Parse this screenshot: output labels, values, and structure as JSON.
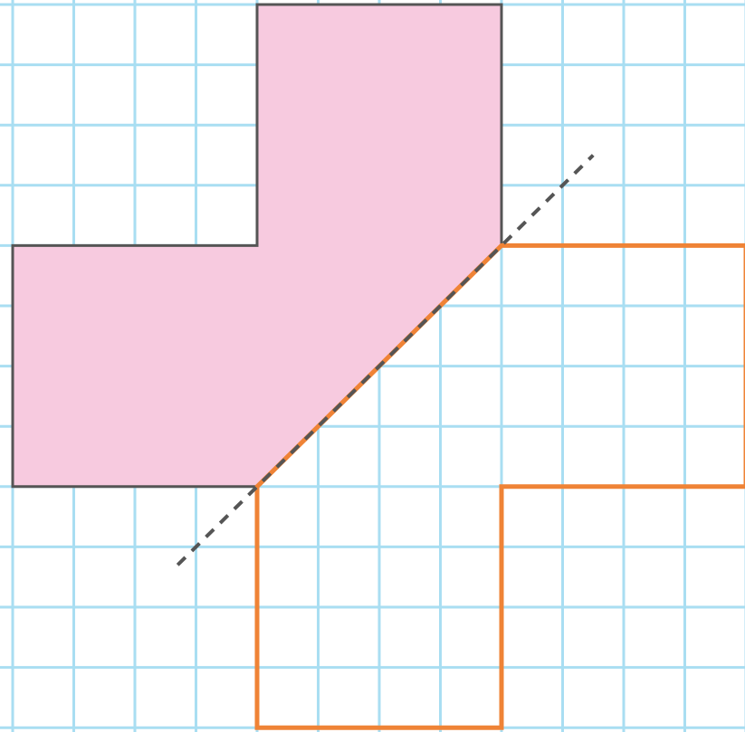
{
  "diagram": {
    "type": "grid-reflection",
    "grid": {
      "color": "#a9def2",
      "columns": 12,
      "rows": 12
    },
    "original_shape": {
      "fill": "#f7cadf",
      "stroke": "#555555",
      "points": [
        [
          4,
          0
        ],
        [
          8,
          0
        ],
        [
          8,
          4
        ],
        [
          4,
          8
        ],
        [
          0,
          8
        ],
        [
          0,
          4
        ],
        [
          4,
          4
        ]
      ]
    },
    "reflected_shape": {
      "stroke": "#ef8336",
      "points": [
        [
          8,
          4
        ],
        [
          12,
          4
        ],
        [
          12,
          8
        ],
        [
          8,
          8
        ],
        [
          8,
          12
        ],
        [
          4,
          12
        ],
        [
          4,
          8
        ]
      ]
    },
    "mirror_line": {
      "stroke": "#555555",
      "from": [
        2.7,
        9.3
      ],
      "to": [
        9.5,
        2.5
      ]
    }
  }
}
